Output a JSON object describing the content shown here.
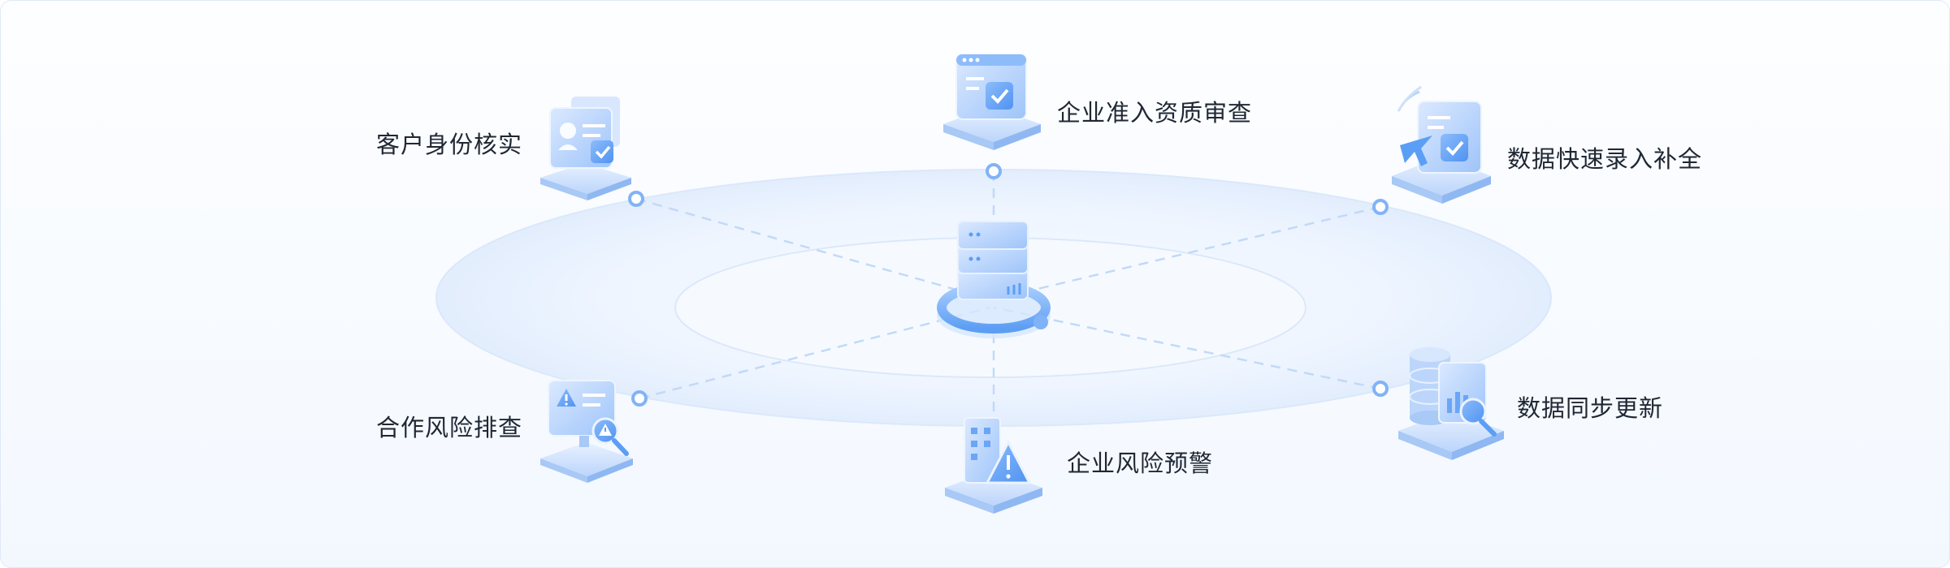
{
  "nodes": [
    {
      "id": "customer-id",
      "label": "客户身份核实",
      "icon": "id-card-check-icon"
    },
    {
      "id": "enterprise-access",
      "label": "企业准入资质审查",
      "icon": "browser-check-icon"
    },
    {
      "id": "data-entry",
      "label": "数据快速录入补全",
      "icon": "document-cursor-check-icon"
    },
    {
      "id": "partner-risk",
      "label": "合作风险排查",
      "icon": "monitor-warning-search-icon"
    },
    {
      "id": "enterprise-warning",
      "label": "企业风险预警",
      "icon": "building-warning-icon"
    },
    {
      "id": "data-sync",
      "label": "数据同步更新",
      "icon": "database-report-search-icon"
    }
  ],
  "center": {
    "icon": "server-stack-icon"
  },
  "colors": {
    "accent": "#5b9ef5",
    "line": "#b9d4f7",
    "label": "#1f2733"
  }
}
